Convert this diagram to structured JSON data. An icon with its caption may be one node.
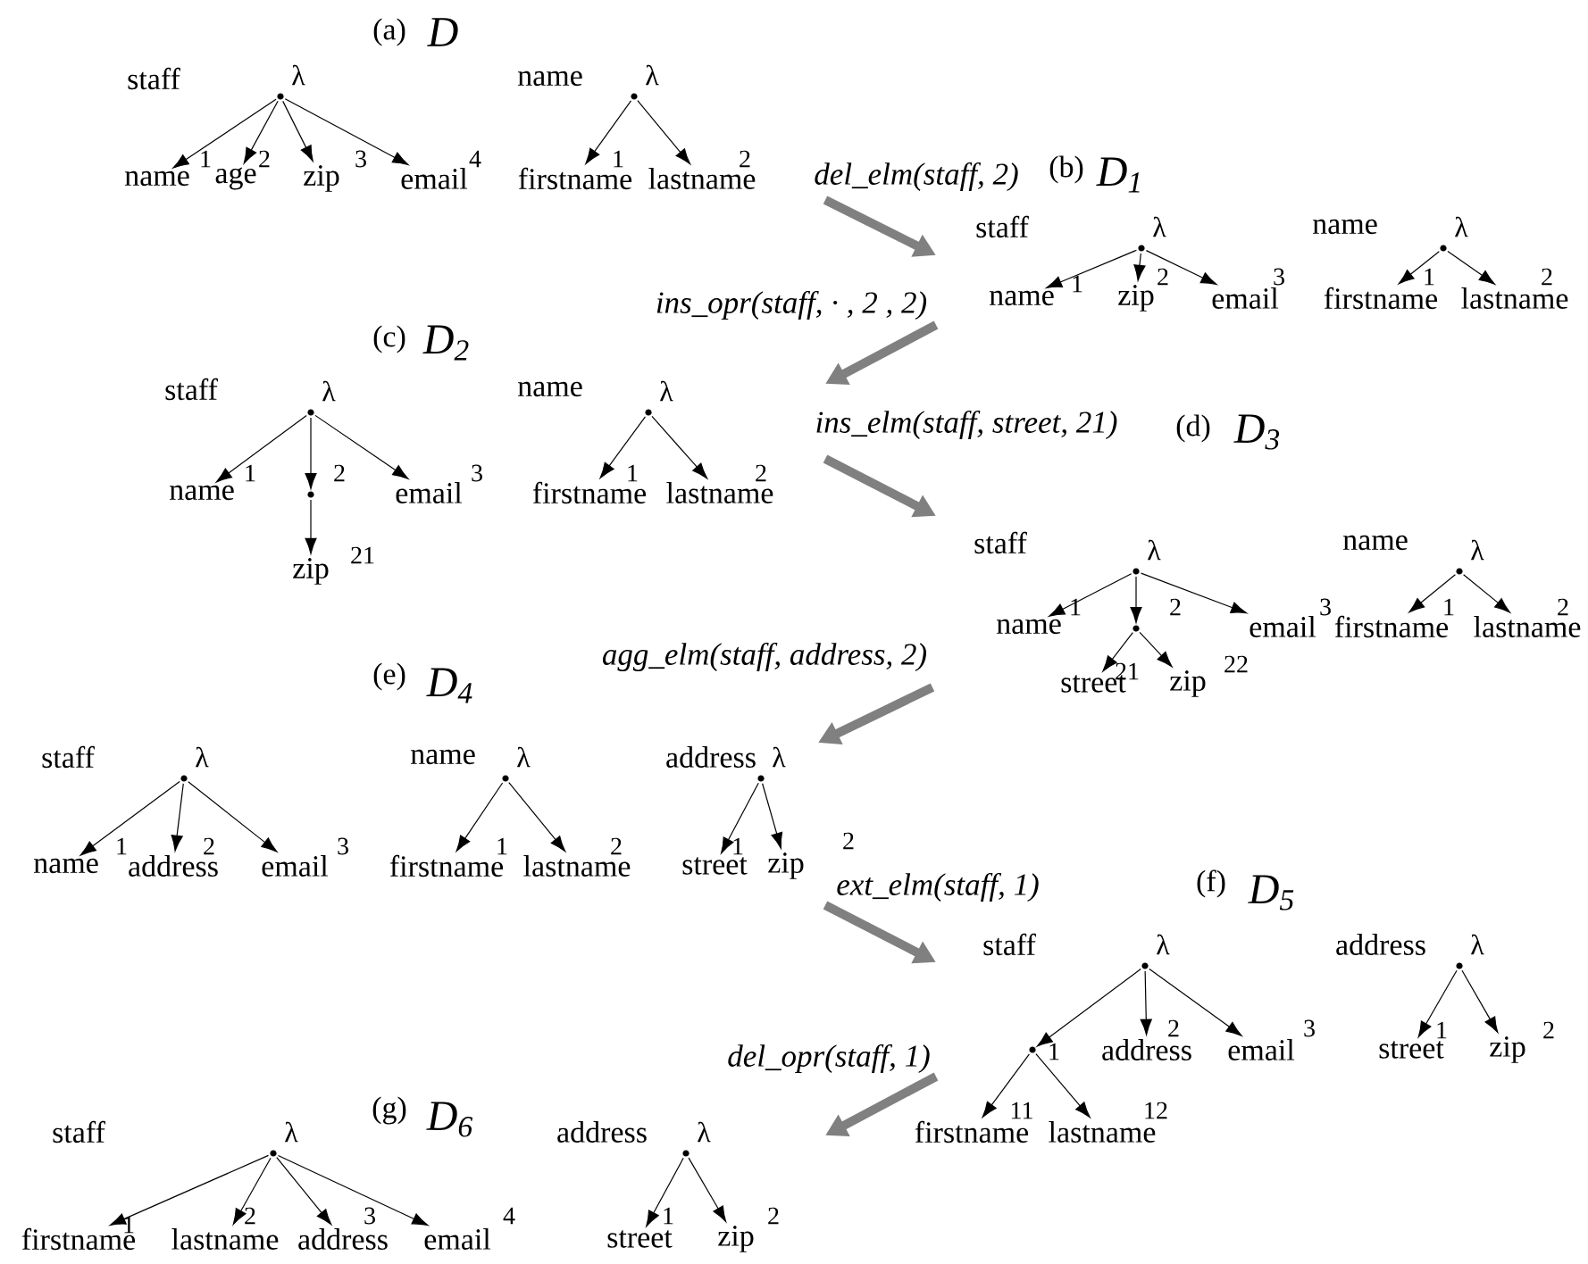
{
  "diagram": {
    "nodes": [
      {
        "text": [],
        "shape": "circle",
        "beside": [
          "λ"
        ]
      },
      {
        "text": [
          "name"
        ],
        "beside": [
          "1"
        ]
      },
      {
        "text": [
          "age"
        ],
        "beside": [
          "2"
        ]
      },
      {
        "text": [
          "zip"
        ],
        "beside": [
          "3"
        ]
      },
      {
        "text": [
          "email"
        ],
        "beside": [
          "4"
        ]
      },
      {
        "text": [],
        "shape": "circle",
        "beside": [
          "λ"
        ]
      },
      {
        "text": [
          "firstname"
        ],
        "beside": [
          "1"
        ]
      },
      {
        "text": [
          "lastname"
        ],
        "beside": [
          "2"
        ]
      },
      {
        "text": [],
        "shape": "circle",
        "beside": [
          "λ"
        ]
      },
      {
        "text": [
          "name"
        ],
        "beside": [
          "1"
        ]
      },
      {
        "text": [
          "zip"
        ],
        "beside": [
          "2"
        ]
      },
      {
        "text": [
          "email"
        ],
        "beside": [
          "3"
        ]
      },
      {
        "text": [],
        "shape": "circle",
        "beside": [
          "λ"
        ]
      },
      {
        "text": [
          "firstname"
        ],
        "beside": [
          "1"
        ]
      },
      {
        "text": [
          "lastname"
        ],
        "beside": [
          "2"
        ]
      },
      {
        "text": [],
        "shape": "circle",
        "beside": [
          "λ"
        ]
      },
      {
        "text": [
          "name"
        ],
        "beside": [
          "1"
        ]
      },
      {
        "text": [],
        "shape": "circle",
        "beside": [
          "2"
        ]
      },
      {
        "text": [
          "email"
        ],
        "beside": [
          "3"
        ]
      },
      {
        "text": [
          "zip"
        ],
        "beside": [
          "21"
        ]
      },
      {
        "text": [],
        "shape": "circle",
        "beside": [
          "λ"
        ]
      },
      {
        "text": [
          "firstname"
        ],
        "beside": [
          "1"
        ]
      },
      {
        "text": [
          "lastname"
        ],
        "beside": [
          "2"
        ]
      },
      {
        "text": [],
        "shape": "circle",
        "beside": [
          "λ"
        ]
      },
      {
        "text": [
          "name"
        ],
        "beside": [
          "1"
        ]
      },
      {
        "text": [],
        "shape": "circle",
        "beside": [
          "2"
        ]
      },
      {
        "text": [
          "email"
        ],
        "beside": [
          "3"
        ]
      },
      {
        "text": [
          "street"
        ],
        "beside": [
          "21"
        ]
      },
      {
        "text": [
          "zip"
        ],
        "beside": [
          "22"
        ]
      },
      {
        "text": [],
        "shape": "circle",
        "beside": [
          "λ"
        ]
      },
      {
        "text": [
          "firstname"
        ],
        "beside": [
          "1"
        ]
      },
      {
        "text": [
          "lastname"
        ],
        "beside": [
          "2"
        ]
      },
      {
        "text": [],
        "shape": "circle",
        "beside": [
          "λ"
        ]
      },
      {
        "text": [
          "name"
        ],
        "beside": [
          "1"
        ]
      },
      {
        "text": [
          "address"
        ],
        "beside": [
          "2"
        ]
      },
      {
        "text": [
          "email"
        ],
        "beside": [
          "3"
        ]
      },
      {
        "text": [],
        "shape": "circle",
        "beside": [
          "λ"
        ]
      },
      {
        "text": [
          "firstname"
        ],
        "beside": [
          "1"
        ]
      },
      {
        "text": [
          "lastname"
        ],
        "beside": [
          "2"
        ]
      },
      {
        "text": [],
        "shape": "circle",
        "beside": [
          "λ"
        ]
      },
      {
        "text": [
          "street"
        ],
        "beside": [
          "1"
        ]
      },
      {
        "text": [
          "zip"
        ],
        "beside": [
          "2"
        ]
      },
      {
        "text": [],
        "shape": "circle",
        "beside": [
          "λ"
        ]
      },
      {
        "text": [],
        "shape": "circle",
        "beside": [
          "1"
        ]
      },
      {
        "text": [
          "address"
        ],
        "beside": [
          "2"
        ]
      },
      {
        "text": [
          "email"
        ],
        "beside": [
          "3"
        ]
      },
      {
        "text": [
          "firstname"
        ],
        "beside": [
          "11"
        ]
      },
      {
        "text": [
          "lastname"
        ],
        "beside": [
          "12"
        ]
      },
      {
        "text": [],
        "shape": "circle",
        "beside": [
          "λ"
        ]
      },
      {
        "text": [
          "street"
        ],
        "beside": [
          "1"
        ]
      },
      {
        "text": [
          "zip"
        ],
        "beside": [
          "2"
        ]
      },
      {
        "text": [],
        "shape": "circle",
        "beside": [
          "λ"
        ]
      },
      {
        "text": [
          "firstname"
        ],
        "beside": [
          "1"
        ]
      },
      {
        "text": [
          "lastname"
        ],
        "beside": [
          "2"
        ]
      },
      {
        "text": [
          "address"
        ],
        "beside": [
          "3"
        ]
      },
      {
        "text": [
          "email"
        ],
        "beside": [
          "4"
        ]
      },
      {
        "text": [],
        "shape": "circle",
        "beside": [
          "λ"
        ]
      },
      {
        "text": [
          "street"
        ],
        "beside": [
          "1"
        ]
      },
      {
        "text": [
          "zip"
        ],
        "beside": [
          "2"
        ]
      }
    ],
    "edges": [
      {
        "from": 0,
        "to": 1,
        "arrow": "to"
      },
      {
        "from": 0,
        "to": 2,
        "arrow": "to"
      },
      {
        "from": 0,
        "to": 3,
        "arrow": "to"
      },
      {
        "from": 0,
        "to": 4,
        "arrow": "to"
      },
      {
        "from": 5,
        "to": 6,
        "arrow": "to"
      },
      {
        "from": 5,
        "to": 7,
        "arrow": "to"
      },
      {
        "from": 8,
        "to": 9,
        "arrow": "to"
      },
      {
        "from": 8,
        "to": 10,
        "arrow": "to"
      },
      {
        "from": 8,
        "to": 11,
        "arrow": "to"
      },
      {
        "from": 12,
        "to": 13,
        "arrow": "to"
      },
      {
        "from": 12,
        "to": 14,
        "arrow": "to"
      },
      {
        "from": 15,
        "to": 16,
        "arrow": "to"
      },
      {
        "from": 15,
        "to": 17,
        "arrow": "to"
      },
      {
        "from": 15,
        "to": 18,
        "arrow": "to"
      },
      {
        "from": 17,
        "to": 19,
        "arrow": "to"
      },
      {
        "from": 20,
        "to": 21,
        "arrow": "to"
      },
      {
        "from": 20,
        "to": 22,
        "arrow": "to"
      },
      {
        "from": 23,
        "to": 24,
        "arrow": "to"
      },
      {
        "from": 23,
        "to": 25,
        "arrow": "to"
      },
      {
        "from": 23,
        "to": 26,
        "arrow": "to"
      },
      {
        "from": 25,
        "to": 27,
        "arrow": "to"
      },
      {
        "from": 25,
        "to": 28,
        "arrow": "to"
      },
      {
        "from": 29,
        "to": 30,
        "arrow": "to"
      },
      {
        "from": 29,
        "to": 31,
        "arrow": "to"
      },
      {
        "from": 32,
        "to": 33,
        "arrow": "to"
      },
      {
        "from": 32,
        "to": 34,
        "arrow": "to"
      },
      {
        "from": 32,
        "to": 35,
        "arrow": "to"
      },
      {
        "from": 36,
        "to": 37,
        "arrow": "to"
      },
      {
        "from": 36,
        "to": 38,
        "arrow": "to"
      },
      {
        "from": 39,
        "to": 40,
        "arrow": "to"
      },
      {
        "from": 39,
        "to": 41,
        "arrow": "to"
      },
      {
        "from": 42,
        "to": 43,
        "arrow": "to"
      },
      {
        "from": 42,
        "to": 44,
        "arrow": "to"
      },
      {
        "from": 42,
        "to": 45,
        "arrow": "to"
      },
      {
        "from": 43,
        "to": 46,
        "arrow": "to"
      },
      {
        "from": 43,
        "to": 47,
        "arrow": "to"
      },
      {
        "from": 48,
        "to": 49,
        "arrow": "to"
      },
      {
        "from": 48,
        "to": 50,
        "arrow": "to"
      },
      {
        "from": 51,
        "to": 52,
        "arrow": "to"
      },
      {
        "from": 51,
        "to": 53,
        "arrow": "to"
      },
      {
        "from": 51,
        "to": 54,
        "arrow": "to"
      },
      {
        "from": 51,
        "to": 55,
        "arrow": "to"
      },
      {
        "from": 56,
        "to": 57,
        "arrow": "to"
      },
      {
        "from": 56,
        "to": 58,
        "arrow": "to"
      }
    ],
    "labels": [
      "(a)",
      "D",
      "staff",
      "name",
      "del_elm(staff, 2)",
      "(b)",
      "D$_{1}$",
      "staff",
      "name",
      "ins_opr(staff, · , 2 , 2)",
      "(c)",
      "D$_{2}$",
      "staff",
      "name",
      "ins_elm(staff, street, 21)",
      "(d)",
      "D$_{3}$",
      "staff",
      "name",
      "agg_elm(staff, address, 2)",
      "(e)",
      "D$_{4}$",
      "staff",
      "name",
      "address",
      "ext_elm(staff, 1)",
      "(f)",
      "D$_{5}$",
      "staff",
      "address",
      "del_opr(staff, 1)",
      "(g)",
      "D$_{6}$",
      "staff",
      "address"
    ]
  }
}
